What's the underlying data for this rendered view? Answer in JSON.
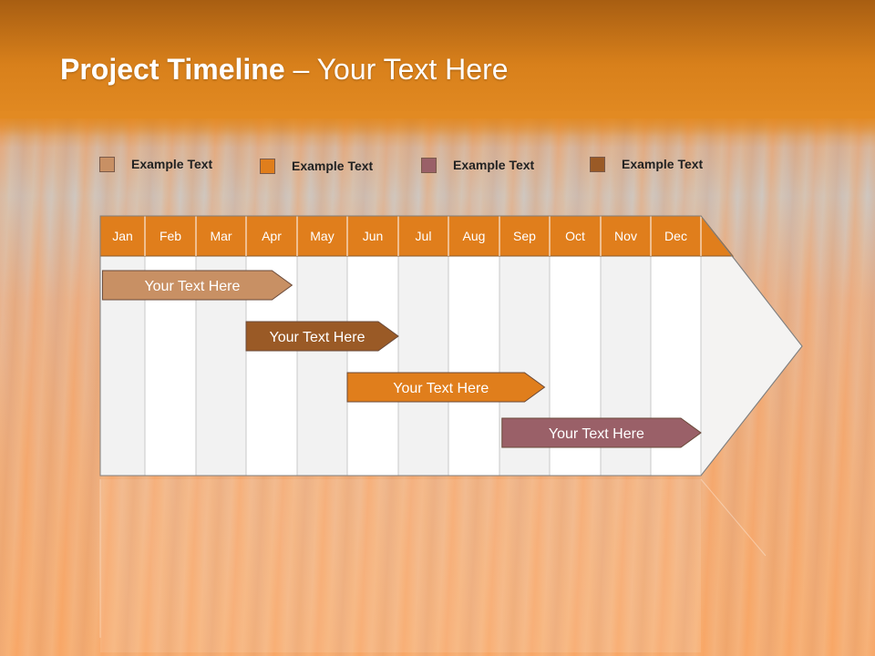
{
  "title": {
    "bold": "Project Timeline",
    "rest": " – Your Text Here"
  },
  "legend": [
    {
      "label": "Example Text",
      "color": "#c89064"
    },
    {
      "label": "Example Text",
      "color": "#e07e1c"
    },
    {
      "label": "Example Text",
      "color": "#9a6068"
    },
    {
      "label": "Example Text",
      "color": "#9a5a26"
    }
  ],
  "timeline": {
    "months": [
      "Jan",
      "Feb",
      "Mar",
      "Apr",
      "May",
      "Jun",
      "Jul",
      "Aug",
      "Sep",
      "Oct",
      "Nov",
      "Dec"
    ],
    "header_color": "#e07e1c",
    "bars": [
      {
        "label": "Your  Text Here",
        "start": 0.05,
        "end": 3.9,
        "color": "#c89064"
      },
      {
        "label": "Your  Text Here",
        "start": 3.0,
        "end": 6.0,
        "color": "#9a5a26"
      },
      {
        "label": "Your  Text Here",
        "start": 5.0,
        "end": 8.9,
        "color": "#e07e1c"
      },
      {
        "label": "Your  Text Here",
        "start": 8.05,
        "end": 12.0,
        "color": "#9a6068"
      }
    ]
  }
}
